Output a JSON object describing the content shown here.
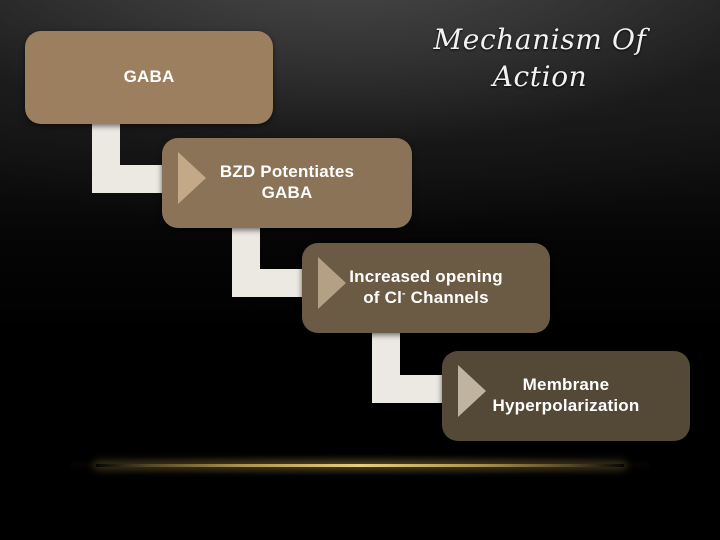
{
  "slide": {
    "title": "Mechanism Of\nAction",
    "background_top_color": "#222222",
    "background_bottom_color": "#000000",
    "accent_rule_color": "#e8cd7d"
  },
  "flow": {
    "connector_color": "#ece8e2",
    "steps": [
      {
        "id": "gaba",
        "label": "GABA",
        "color": "#9b7f5f",
        "arrowhead_color": "#c4a988"
      },
      {
        "id": "bzd-potentiates-gaba",
        "label": "BZD Potentiates\nGABA",
        "color": "#8a7357",
        "arrowhead_color": "#b3a085"
      },
      {
        "id": "increased-opening-cl-channels",
        "label_line1": "Increased opening",
        "label_line2_prefix": "of Cl",
        "label_line2_sup": "-",
        "label_line2_suffix": " Channels",
        "color": "#6b5b45",
        "arrowhead_color": "#c0b3a0"
      },
      {
        "id": "membrane-hyperpolarization",
        "label": "Membrane\nHyperpolarization",
        "color": "#544836",
        "arrowhead_color": ""
      }
    ]
  }
}
